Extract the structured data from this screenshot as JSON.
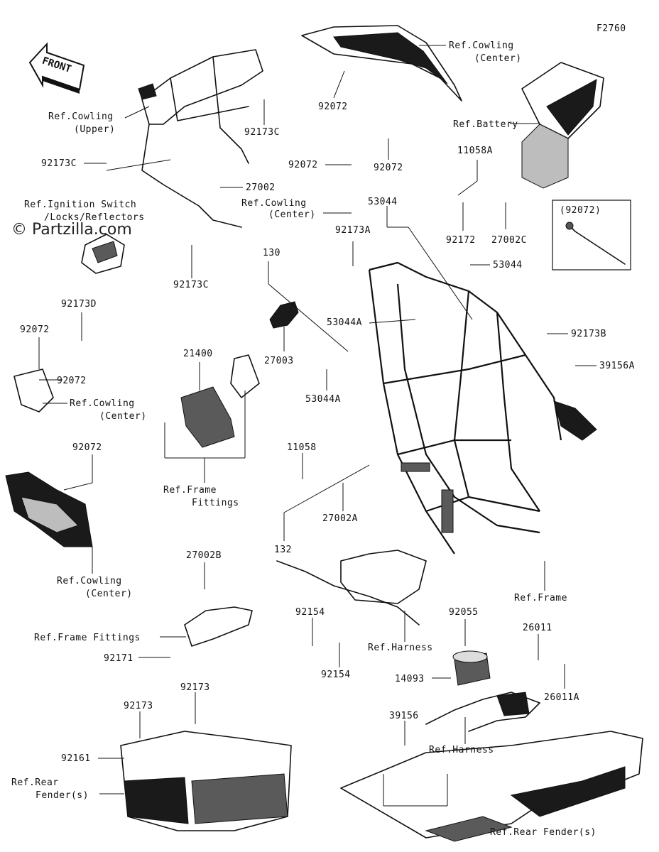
{
  "diagram_code": "F2760",
  "watermark": "© Partzilla.com",
  "front_arrow": "FRONT",
  "labels": {
    "cowling_center_top": [
      "Ref.Cowling",
      "(Center)"
    ],
    "p92072_top": "92072",
    "battery": "Ref.Battery",
    "cowling_upper": [
      "Ref.Cowling",
      "(Upper)"
    ],
    "p92173c_a": "92173C",
    "p92173c_b": "92173C",
    "p92173c_c": "92173C",
    "p92072_b": "92072",
    "p92072_c": "92072",
    "p11058a": "11058A",
    "p27002": "27002",
    "cowling_center_mid": [
      "Ref.Cowling",
      "(Center)"
    ],
    "ignition": [
      "Ref.Ignition Switch",
      "/Locks/Reflectors"
    ],
    "p53044_a": "53044",
    "p92173a": "92173A",
    "p92172": "92172",
    "p27002c": "27002C",
    "box_part": "(92072)",
    "p130": "130",
    "p53044_b": "53044",
    "p92173d": "92173D",
    "p53044a_a": "53044A",
    "p92173b": "92173B",
    "p92072_d": "92072",
    "p27003": "27003",
    "p21400": "21400",
    "p92072_e": "92072",
    "p39156a": "39156A",
    "cowling_center_left": [
      "Ref.Cowling",
      "(Center)"
    ],
    "p53044a_b": "53044A",
    "p92072_f": "92072",
    "p11058": "11058",
    "frame_fittings_a": [
      "Ref.Frame",
      "Fittings"
    ],
    "p27002a": "27002A",
    "p132": "132",
    "cowling_center_low": [
      "Ref.Cowling",
      "(Center)"
    ],
    "p27002b": "27002B",
    "frame": "Ref.Frame",
    "p92154_a": "92154",
    "p92055": "92055",
    "frame_fittings_b": "Ref.Frame Fittings",
    "harness_a": "Ref.Harness",
    "p26011": "26011",
    "p92171": "92171",
    "p92154_b": "92154",
    "p14093": "14093",
    "p26011a": "26011A",
    "p92173_a": "92173",
    "p92173_b": "92173",
    "p39156": "39156",
    "harness_b": "Ref.Harness",
    "p92161": "92161",
    "rear_fender_a": [
      "Ref.Rear",
      "Fender(s)"
    ],
    "rear_fender_b": "Ref.Rear Fender(s)"
  }
}
